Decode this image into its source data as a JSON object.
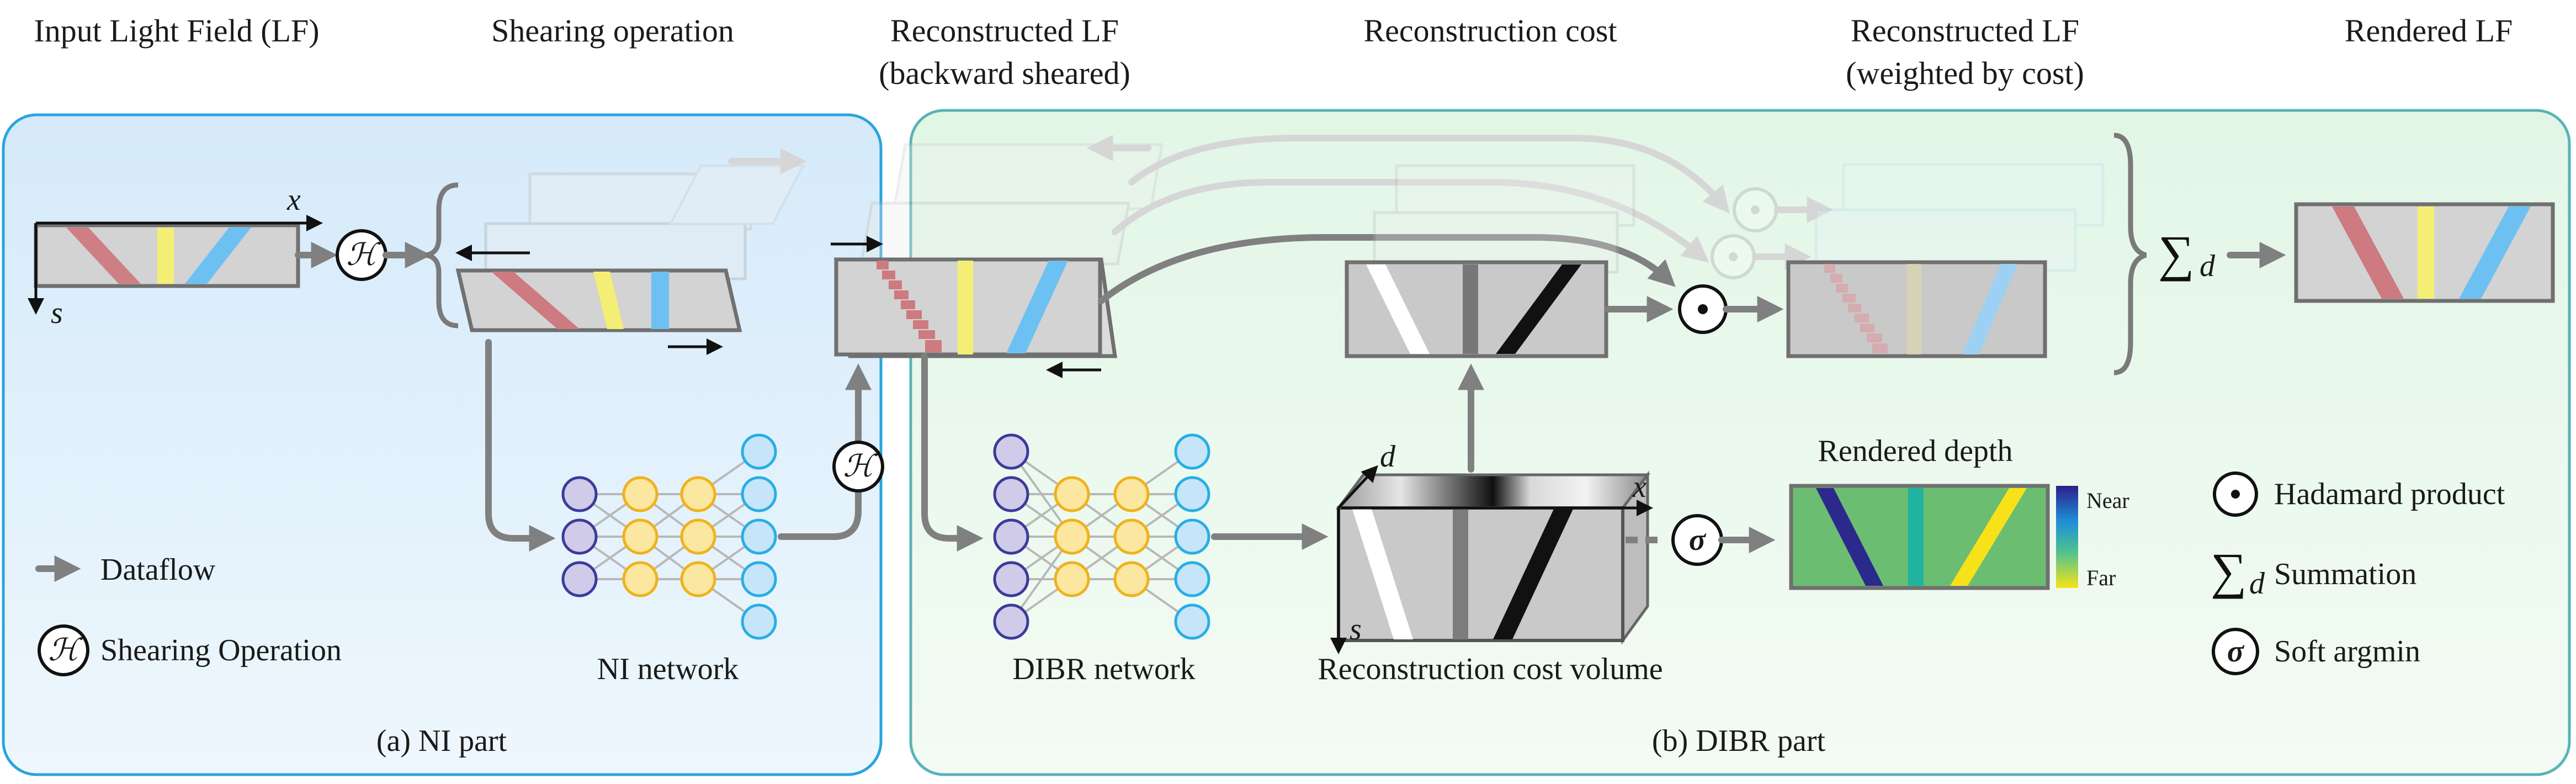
{
  "headers": {
    "input_lf": "Input Light Field (LF)",
    "shearing": "Shearing operation",
    "recon_lf_line1": "Reconstructed LF",
    "recon_lf_line2": "(backward sheared)",
    "recon_cost": "Reconstruction cost",
    "recon_weighted_line1": "Reconstructed LF",
    "recon_weighted_line2": "(weighted by cost)",
    "rendered_lf": "Rendered LF"
  },
  "axes": {
    "x": "x",
    "s": "s",
    "d": "d"
  },
  "operators": {
    "shear": "ℋ",
    "hadamard": "⊙",
    "sum": "∑",
    "sum_sub": "d",
    "softargmin": "σ"
  },
  "labels": {
    "ni_network": "NI network",
    "dibr_network": "DIBR network",
    "cost_volume": "Reconstruction cost volume",
    "rendered_depth": "Rendered depth",
    "near": "Near",
    "far": "Far",
    "ni_part": "(a) NI part",
    "dibr_part": "(b) DIBR part"
  },
  "legend": {
    "dataflow": "Dataflow",
    "shearing_op": "Shearing Operation",
    "hadamard": "Hadamard product",
    "summation": "Summation",
    "soft_argmin": "Soft argmin"
  },
  "colors": {
    "ni_panel": "#e1f0fb",
    "ni_border": "#2aa4dc",
    "dibr_panel": "#eaf8ec",
    "dibr_border": "#59b3b8",
    "stripe_red": "#cd7a80",
    "stripe_yellow": "#f4ef74",
    "stripe_blue": "#6cc1f2",
    "lf_gray": "#d3d3d3",
    "flow_gray": "#808080"
  }
}
